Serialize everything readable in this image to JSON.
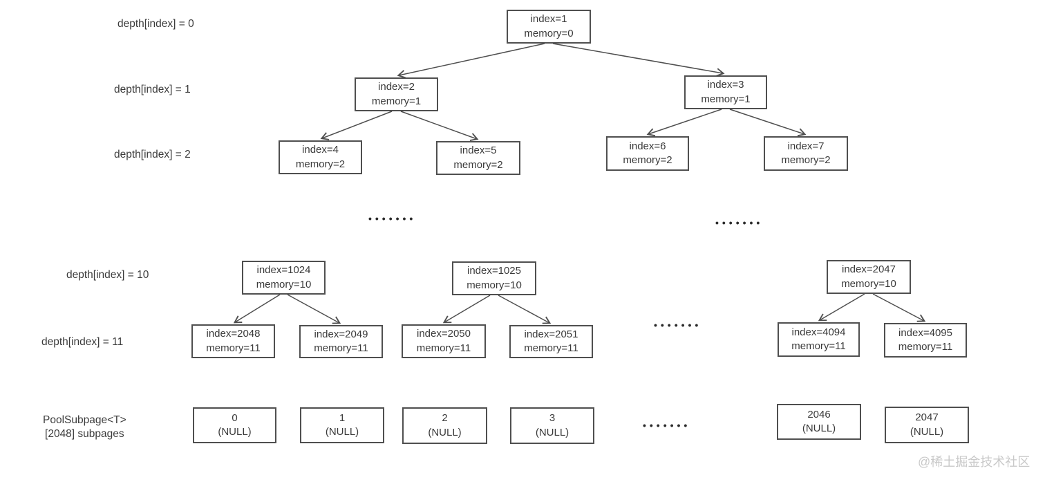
{
  "diagram": {
    "row_labels": {
      "depth0": "depth[index] = 0",
      "depth1": "depth[index] = 1",
      "depth2": "depth[index] = 2",
      "depth10": "depth[index] = 10",
      "depth11": "depth[index] = 11",
      "subpage_line1": "PoolSubpage<T>",
      "subpage_line2": "[2048] subpages"
    },
    "tree_nodes": [
      {
        "line1": "index=1",
        "line2": "memory=0"
      },
      {
        "line1": "index=2",
        "line2": "memory=1"
      },
      {
        "line1": "index=3",
        "line2": "memory=1"
      },
      {
        "line1": "index=4",
        "line2": "memory=2"
      },
      {
        "line1": "index=5",
        "line2": "memory=2"
      },
      {
        "line1": "index=6",
        "line2": "memory=2"
      },
      {
        "line1": "index=7",
        "line2": "memory=2"
      },
      {
        "line1": "index=1024",
        "line2": "memory=10"
      },
      {
        "line1": "index=1025",
        "line2": "memory=10"
      },
      {
        "line1": "index=2047",
        "line2": "memory=10"
      },
      {
        "line1": "index=2048",
        "line2": "memory=11"
      },
      {
        "line1": "index=2049",
        "line2": "memory=11"
      },
      {
        "line1": "index=2050",
        "line2": "memory=11"
      },
      {
        "line1": "index=2051",
        "line2": "memory=11"
      },
      {
        "line1": "index=4094",
        "line2": "memory=11"
      },
      {
        "line1": "index=4095",
        "line2": "memory=11"
      }
    ],
    "subpages": [
      {
        "line1": "0",
        "line2": "(NULL)"
      },
      {
        "line1": "1",
        "line2": "(NULL)"
      },
      {
        "line1": "2",
        "line2": "(NULL)"
      },
      {
        "line1": "3",
        "line2": "(NULL)"
      },
      {
        "line1": "2046",
        "line2": "(NULL)"
      },
      {
        "line1": "2047",
        "line2": "(NULL)"
      }
    ],
    "ellipsis": "•••••••",
    "watermark": "@稀土掘金技术社区",
    "colors": {
      "line": "#4f4f4f",
      "text": "#3a3a3a",
      "watermark": "#c9c9c9"
    }
  }
}
